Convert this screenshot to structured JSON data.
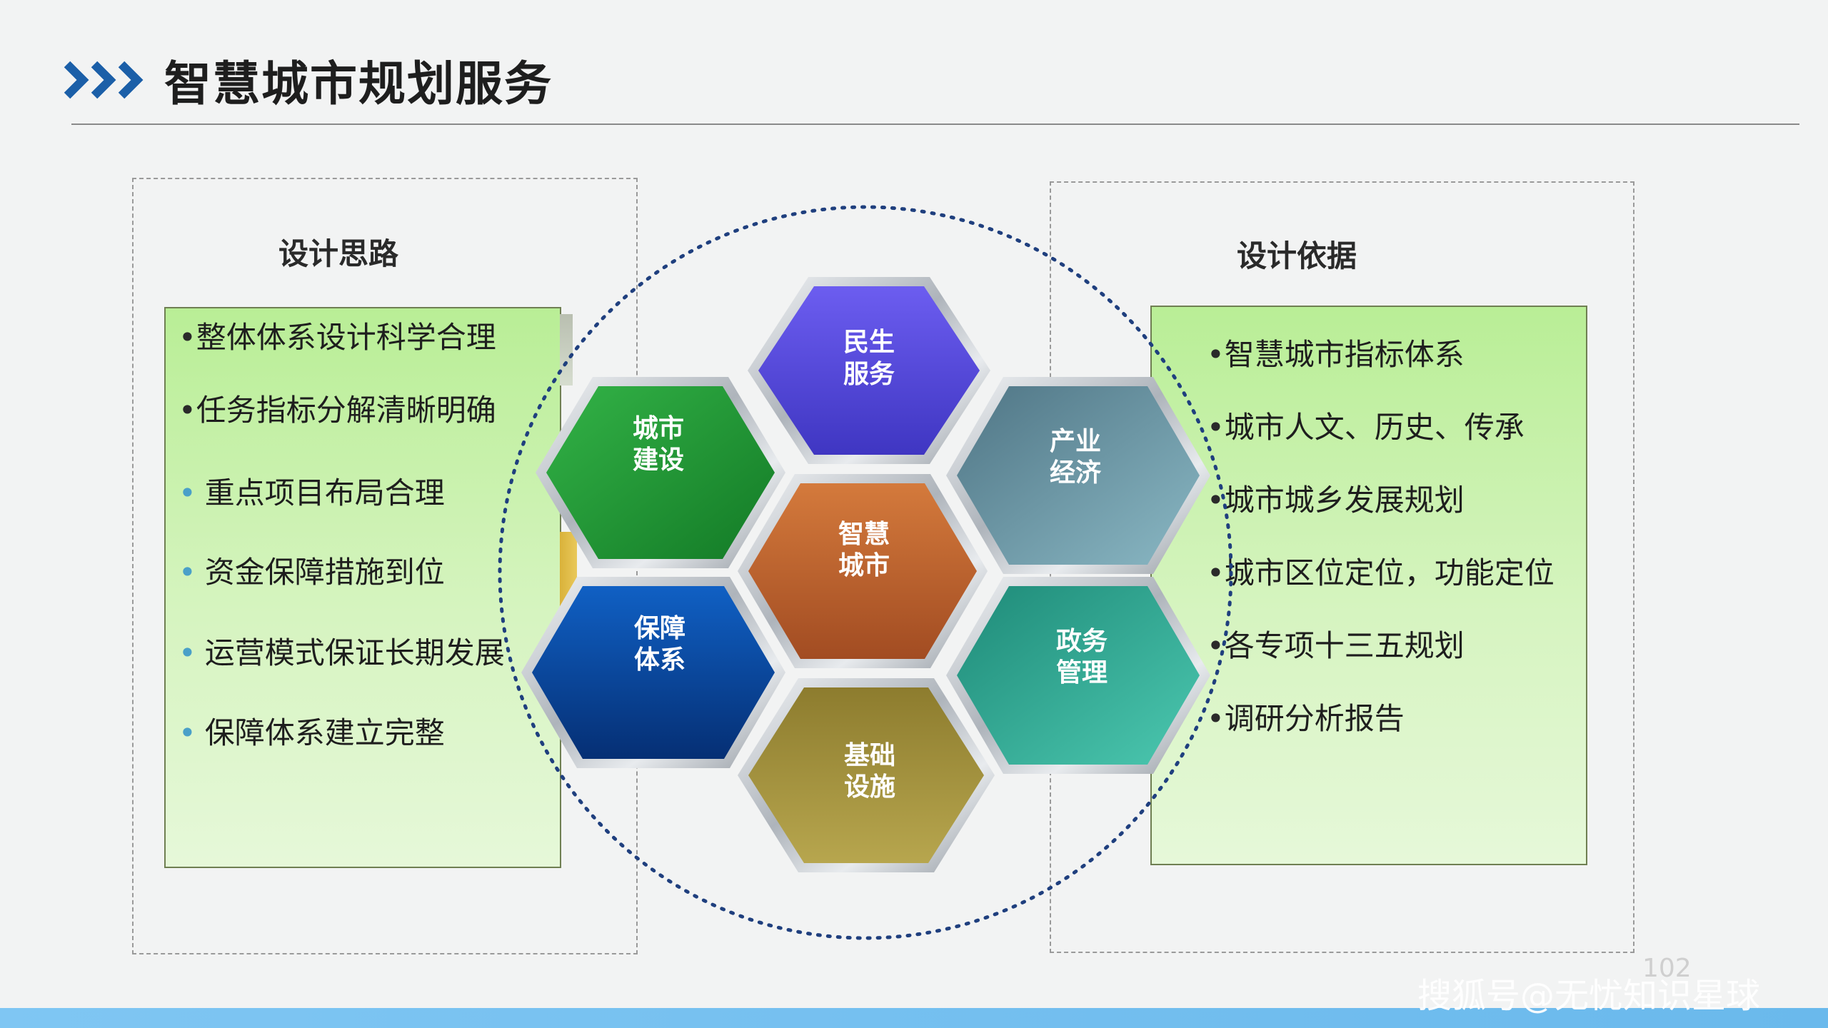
{
  "title": "智慧城市规划服务",
  "header_icon": "triple-chevron-right-icon",
  "left_panel": {
    "heading": "设计思路",
    "items": [
      {
        "bullet": "•",
        "text": "整体体系设计科学合理"
      },
      {
        "bullet": "•",
        "text": "任务指标分解清晰明确"
      },
      {
        "bullet": "•",
        "text": "重点项目布局合理"
      },
      {
        "bullet": "•",
        "text": "资金保障措施到位"
      },
      {
        "bullet": "•",
        "text": "运营模式保证长期发展"
      },
      {
        "bullet": "•",
        "text": "保障体系建立完整"
      }
    ]
  },
  "right_panel": {
    "heading": "设计依据",
    "items": [
      {
        "bullet": "•",
        "text": "智慧城市指标体系"
      },
      {
        "bullet": "•",
        "text": "城市人文、历史、传承"
      },
      {
        "bullet": "•",
        "text": "城市城乡发展规划"
      },
      {
        "bullet": "•",
        "text": "城市区位定位，功能定位"
      },
      {
        "bullet": "•",
        "text": "各专项十三五规划"
      },
      {
        "bullet": "•",
        "text": "调研分析报告"
      }
    ]
  },
  "hexagons": {
    "center": {
      "line1": "智慧",
      "line2": "城市",
      "color": "#c3662f"
    },
    "top": {
      "line1": "民生",
      "line2": "服务",
      "color": "#5a52e0"
    },
    "upper_left": {
      "line1": "城市",
      "line2": "建设",
      "color": "#249a3a"
    },
    "upper_right": {
      "line1": "产业",
      "line2": "经济",
      "color": "#5f8f9c"
    },
    "lower_left": {
      "line1": "保障",
      "line2": "体系",
      "color": "#0a4aa2"
    },
    "lower_right": {
      "line1": "政务",
      "line2": "管理",
      "color": "#2aa794"
    },
    "bottom": {
      "line1": "基础",
      "line2": "设施",
      "color": "#9f8f3c"
    }
  },
  "page_number": "102",
  "watermark": "搜狐号@无忧知识星球",
  "colors": {
    "accent_blue": "#1b5fa8",
    "list_green": "#c8f0a8",
    "bottom_bar": "#74c0f0"
  }
}
